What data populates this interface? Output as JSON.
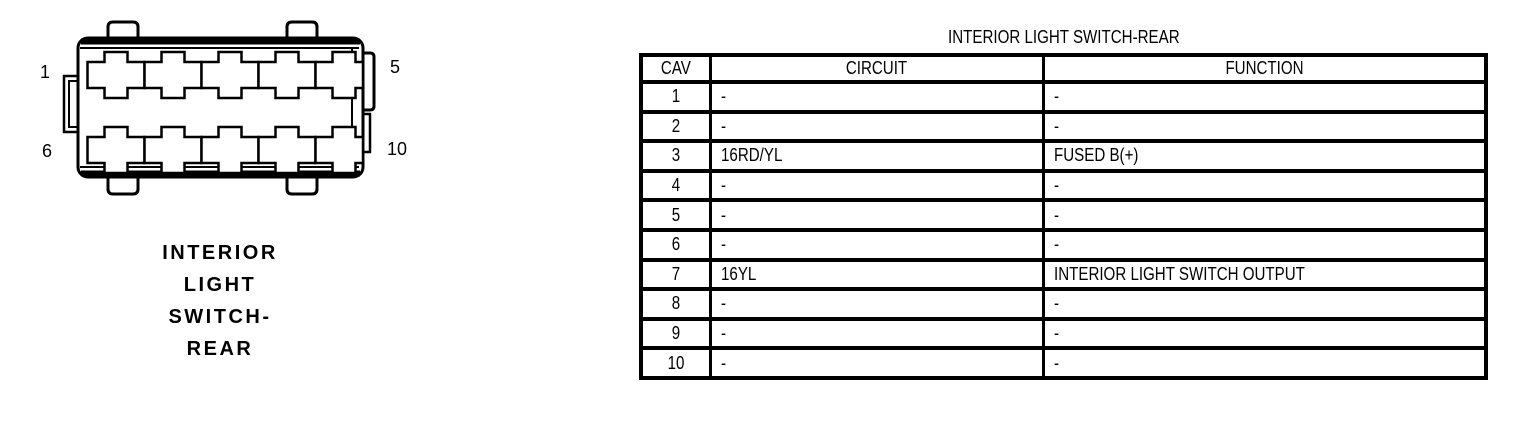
{
  "connector": {
    "pin_labels": {
      "top_left": "1",
      "top_right": "5",
      "bottom_left": "6",
      "bottom_right": "10"
    },
    "caption_lines": [
      "INTERIOR",
      "LIGHT",
      "SWITCH-",
      "REAR"
    ]
  },
  "table": {
    "title": "INTERIOR LIGHT SWITCH-REAR",
    "headers": [
      "CAV",
      "CIRCUIT",
      "FUNCTION"
    ],
    "rows": [
      {
        "cav": "1",
        "circuit": "-",
        "function": "-"
      },
      {
        "cav": "2",
        "circuit": "-",
        "function": "-"
      },
      {
        "cav": "3",
        "circuit": "16RD/YL",
        "function": "FUSED B(+)"
      },
      {
        "cav": "4",
        "circuit": "-",
        "function": "-"
      },
      {
        "cav": "5",
        "circuit": "-",
        "function": "-"
      },
      {
        "cav": "6",
        "circuit": "-",
        "function": "-"
      },
      {
        "cav": "7",
        "circuit": "16YL",
        "function": "INTERIOR LIGHT SWITCH OUTPUT"
      },
      {
        "cav": "8",
        "circuit": "-",
        "function": "-"
      },
      {
        "cav": "9",
        "circuit": "-",
        "function": "-"
      },
      {
        "cav": "10",
        "circuit": "-",
        "function": "-"
      }
    ]
  },
  "colors": {
    "ink": "#000000",
    "background": "#ffffff"
  }
}
